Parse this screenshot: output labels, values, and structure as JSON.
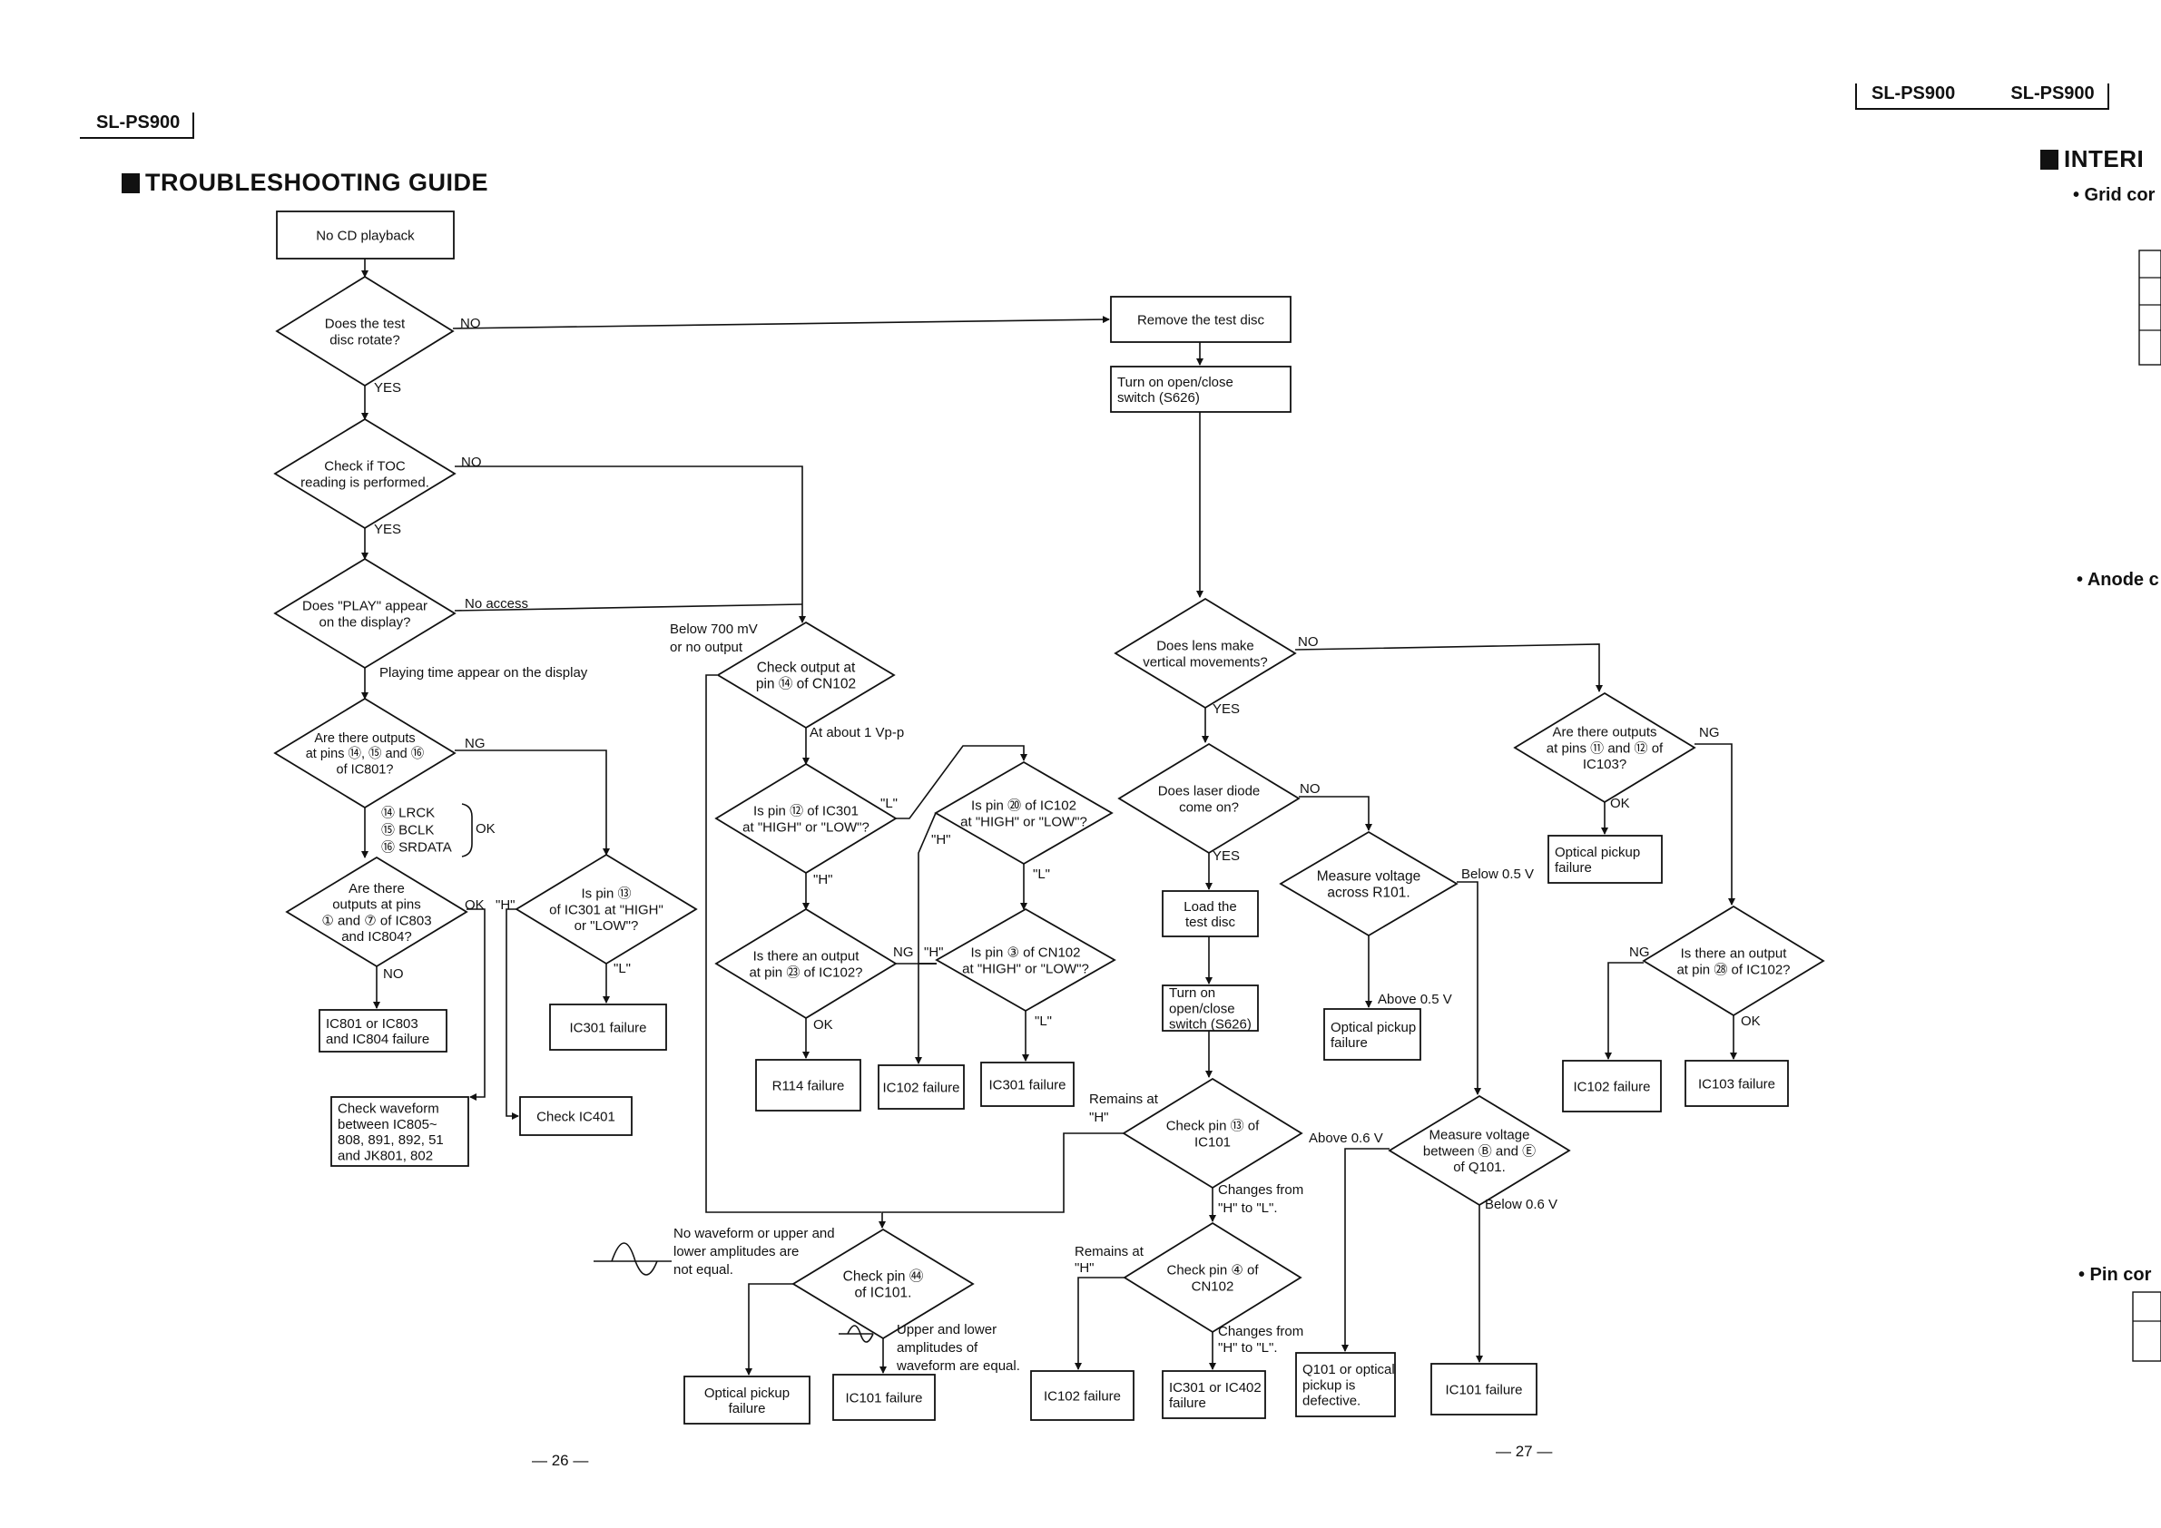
{
  "header": {
    "left_model": "SL-PS900",
    "right_model_a": "SL-PS900",
    "right_model_b": "SL-PS900",
    "title": "TROUBLESHOOTING GUIDE",
    "right_section": "INTERI",
    "bullets": [
      "• Grid cor",
      "• Anode c",
      "• Pin cor"
    ]
  },
  "flowchart": {
    "nodes": {
      "start": [
        "No CD playback"
      ],
      "d_rotate": [
        "Does the test",
        "disc rotate?"
      ],
      "d_toc": [
        "Check if TOC",
        "reading is performed."
      ],
      "d_play": [
        "Does \"PLAY\" appear",
        "on the display?"
      ],
      "d_outputs801": [
        "Are there outputs",
        "at pins ⑭, ⑮ and ⑯",
        "of IC801?"
      ],
      "signals": [
        "⑭ LRCK",
        "⑮ BCLK",
        "⑯ SRDATA"
      ],
      "d_outputs803": [
        "Are there",
        "outputs at pins",
        "① and ⑦ of IC803",
        "and IC804?"
      ],
      "b_ic801fail": [
        "IC801 or IC803",
        "and IC804 failure"
      ],
      "b_waveform": [
        "Check waveform",
        "between IC805~",
        "808, 891, 892, 51",
        "and JK801, 802"
      ],
      "d_pin301": [
        "Is pin ⑬",
        "of IC301 at \"HIGH\"",
        "or \"LOW\"?"
      ],
      "b_ic301a": [
        "IC301 failure"
      ],
      "b_checkic401": [
        "Check IC401"
      ],
      "d_cn102": [
        "Check output at",
        "pin ⑭ of CN102"
      ],
      "d_pin52": [
        "Is pin ⑫ of IC301",
        "at \"HIGH\" or \"LOW\"?"
      ],
      "d_out102": [
        "Is there an output",
        "at pin ㉓ of IC102?"
      ],
      "b_r114": [
        "R114 failure"
      ],
      "d_pin20": [
        "Is pin ⑳ of IC102",
        "at \"HIGH\" or \"LOW\"?"
      ],
      "d_pin3cn": [
        "Is pin ③ of CN102",
        "at \"HIGH\" or \"LOW\"?"
      ],
      "b_ic102a": [
        "IC102 failure"
      ],
      "b_ic301b": [
        "IC301 failure"
      ],
      "b_remove": [
        "Remove the test disc"
      ],
      "b_turnon1": [
        "Turn on open/close",
        "switch (S626)"
      ],
      "d_lens": [
        "Does lens make",
        "vertical movements?"
      ],
      "d_laser": [
        "Does laser diode",
        "come on?"
      ],
      "b_load": [
        "Load the",
        "test disc"
      ],
      "b_turnon2": [
        "Turn on",
        "open/close",
        "switch (S626)"
      ],
      "d_r101": [
        "Measure voltage",
        "across R101."
      ],
      "b_opt1": [
        "Optical pickup",
        "failure"
      ],
      "d_out103": [
        "Are there outputs",
        "at pins ⑪ and ⑫ of",
        "IC103?"
      ],
      "b_opt2": [
        "Optical pickup",
        "failure"
      ],
      "d_out102b": [
        "Is there an output",
        "at pin ㉘ of IC102?"
      ],
      "b_ic102b": [
        "IC102 failure"
      ],
      "b_ic103": [
        "IC103 failure"
      ],
      "d_pin13": [
        "Check pin ⑬ of",
        "IC101"
      ],
      "d_q101": [
        "Measure voltage",
        "between Ⓑ and Ⓔ",
        "of Q101."
      ],
      "d_pin4cn": [
        "Check pin ④ of",
        "CN102"
      ],
      "d_pin44": [
        "Check pin ㊹",
        "of IC101."
      ],
      "b_opt3": [
        "Optical pickup",
        "failure"
      ],
      "b_ic101a": [
        "IC101 failure"
      ],
      "b_ic102c": [
        "IC102 failure"
      ],
      "b_ic301c": [
        "IC301 or IC402",
        "failure"
      ],
      "b_q101def": [
        "Q101 or optical",
        "pickup is",
        "defective."
      ],
      "b_ic101b": [
        "IC101 failure"
      ]
    },
    "labels": {
      "no1": "NO",
      "yes1": "YES",
      "no2": "NO",
      "yes2": "YES",
      "noaccess": "No access",
      "playing": "Playing time appear on the display",
      "ng1": "NG",
      "ok_sig": "OK",
      "ok2": "OK",
      "h1": "\"H\"",
      "no3": "NO",
      "l1": "\"L\"",
      "below700_a": "Below 700 mV",
      "below700_b": "or no output",
      "about1vpp": "At about 1 Vp-p",
      "l2": "\"L\"",
      "h2": "\"H\"",
      "ng2": "NG",
      "h3": "\"H\"",
      "ok3": "OK",
      "h4": "\"H\"",
      "l3": "\"L\"",
      "l4": "\"L\"",
      "no4": "NO",
      "yes3": "YES",
      "no5": "NO",
      "yes4": "YES",
      "below05": "Below 0.5 V",
      "above05": "Above 0.5 V",
      "ng3": "NG",
      "ok4": "OK",
      "ng4": "NG",
      "ok5": "OK",
      "remains_a": "Remains at",
      "remains_b": "\"H\"",
      "changes_a": "Changes from",
      "changes_b": "\"H\" to \"L\".",
      "above06": "Above 0.6 V",
      "below06": "Below 0.6 V",
      "remains2_a": "Remains at",
      "remains2_b": "\"H\"",
      "changes2_a": "Changes from",
      "changes2_b": "\"H\" to \"L\".",
      "nowave_a": "No waveform or upper and",
      "nowave_b": "lower amplitudes are",
      "nowave_c": "not equal.",
      "eq_a": "Upper and lower",
      "eq_b": "amplitudes of",
      "eq_c": "waveform are equal."
    }
  },
  "footer": {
    "page_left": "— 26 —",
    "page_right": "— 27 —"
  }
}
